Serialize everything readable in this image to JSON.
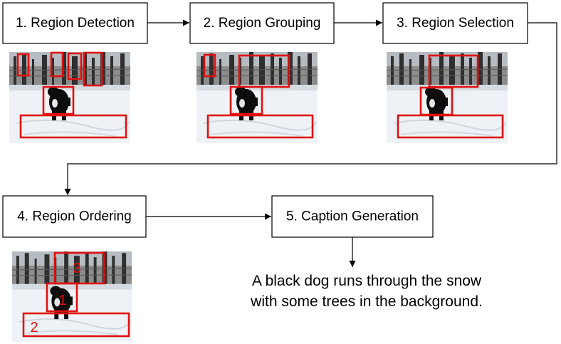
{
  "steps": [
    {
      "label": "1. Region Detection"
    },
    {
      "label": "2. Region Grouping"
    },
    {
      "label": "3. Region Selection"
    },
    {
      "label": "4. Region Ordering"
    },
    {
      "label": "5. Caption Generation"
    }
  ],
  "region_order": [
    "1",
    "2",
    "3"
  ],
  "caption": {
    "line1": "A black dog runs through the snow",
    "line2": "with some trees in the background."
  },
  "colors": {
    "region_box": "#e01010",
    "box_border": "#000000",
    "snow": "#eef2f6",
    "trees": "#4a4a4a",
    "dog": "#0d0d0d"
  }
}
